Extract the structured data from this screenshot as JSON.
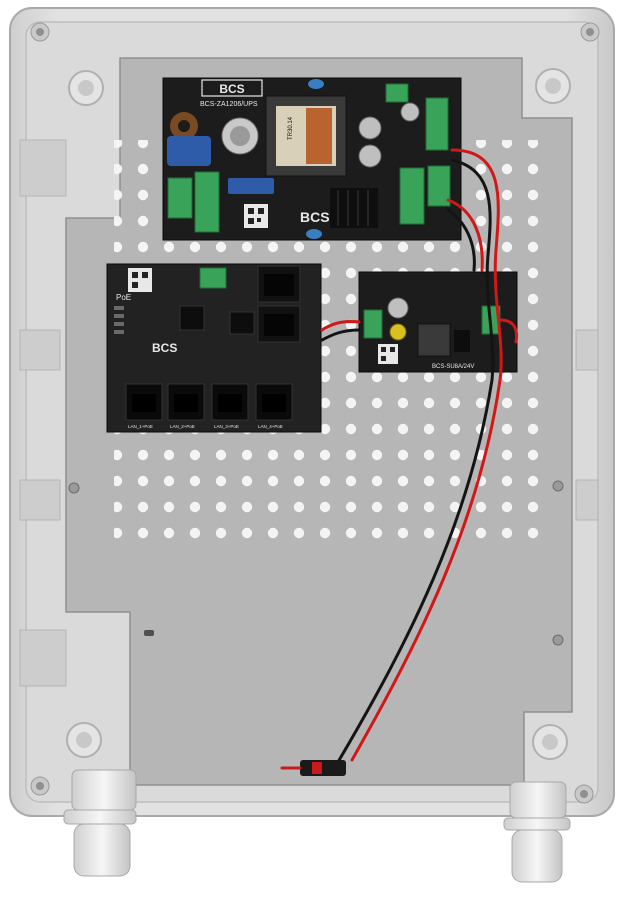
{
  "psu_board": {
    "brand": "BCS",
    "model": "BCS-ZA1206/UPS",
    "transformer_label": "TR30.14"
  },
  "poe_switch_board": {
    "brand": "BCS",
    "poe_label": "PoE",
    "port_labels": [
      "LAN_1+PoE",
      "LAN_2+PoE",
      "LAN_3+PoE",
      "LAN_4+PoE"
    ]
  },
  "converter_board": {
    "label": "BCS-SU8A/24V"
  },
  "colors": {
    "enclosure": "#d8d8d8",
    "mounting_plate": "#b4b4b4",
    "pcb": "#1c1c1c",
    "terminal_green": "#3aa35a",
    "wire_red": "#d01818",
    "wire_black": "#141414"
  }
}
